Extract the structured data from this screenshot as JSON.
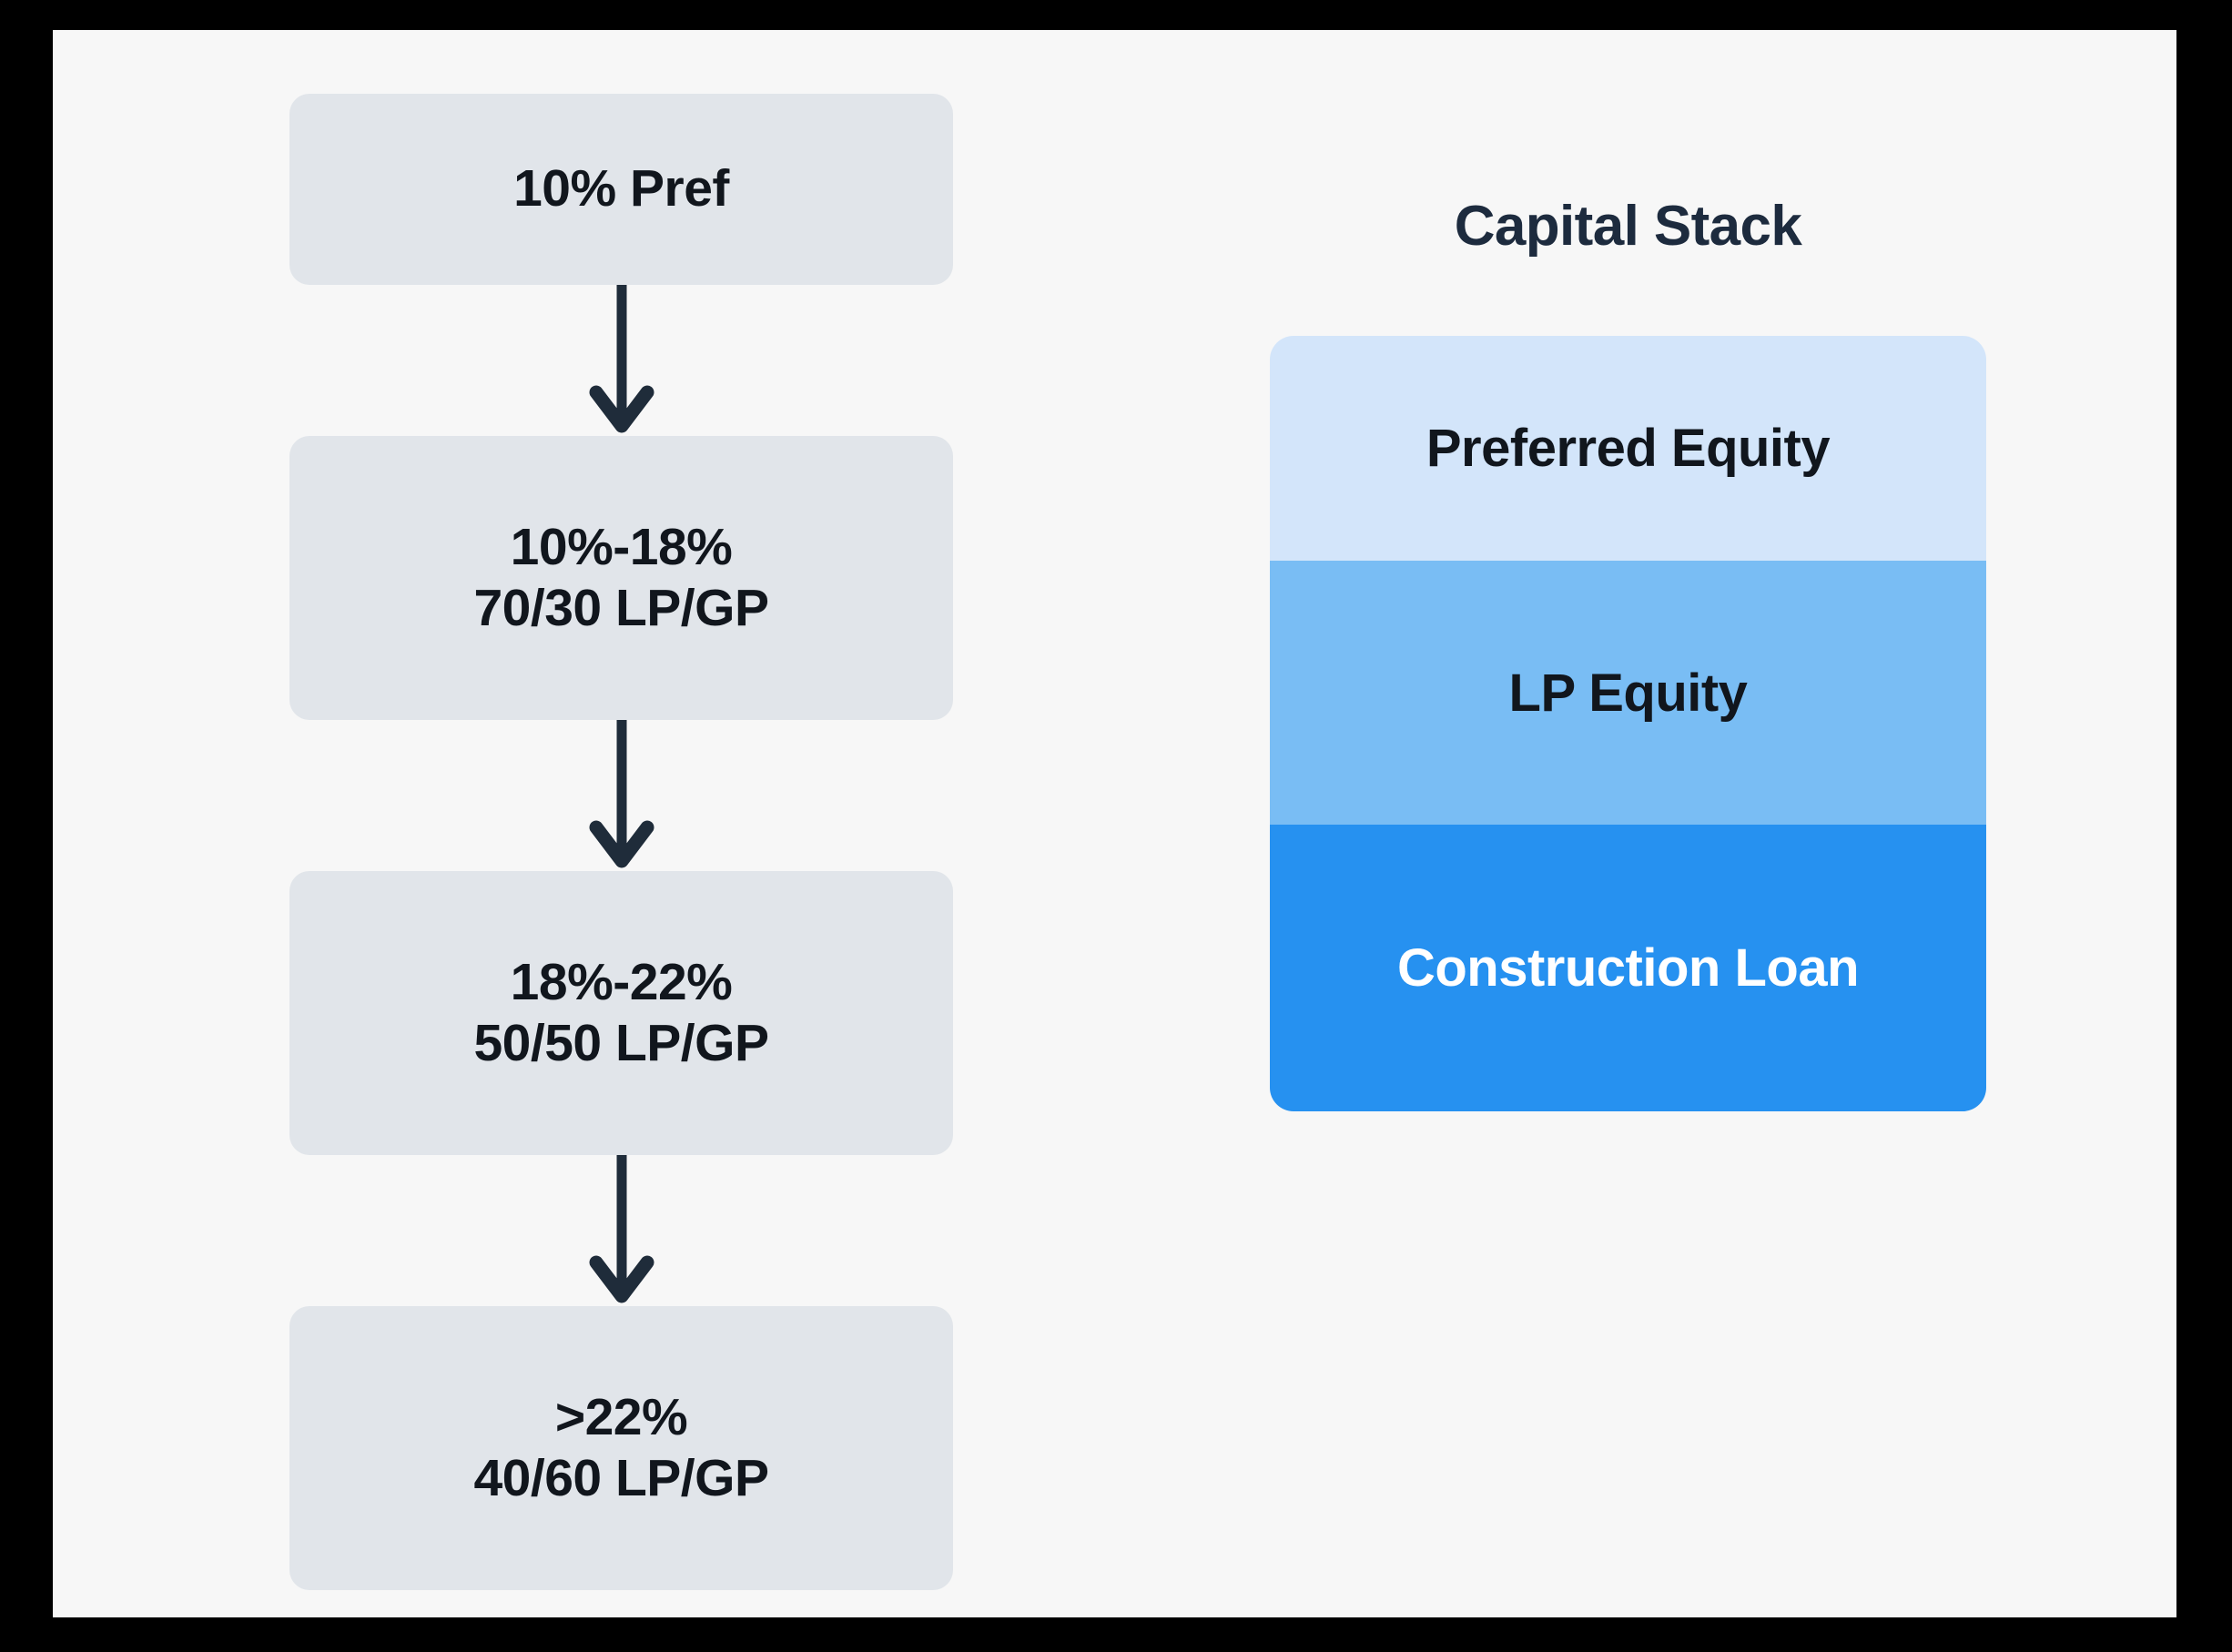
{
  "canvas": {
    "background": "#f7f7f7",
    "frame_color": "#000000"
  },
  "waterfall": {
    "box_fill": "#e1e5ea",
    "text_color": "#11161d",
    "arrow_color": "#1f2c3a",
    "tiers": [
      {
        "id": "pref",
        "line1": "10% Pref",
        "line2": ""
      },
      {
        "id": "tier-10-18",
        "line1": "10%-18%",
        "line2": "70/30 LP/GP"
      },
      {
        "id": "tier-18-22",
        "line1": "18%-22%",
        "line2": "50/50 LP/GP"
      },
      {
        "id": "tier-above-22",
        "line1": ">22%",
        "line2": "40/60 LP/GP"
      }
    ]
  },
  "capital_stack": {
    "title": "Capital Stack",
    "title_color": "#1d2b3e",
    "layers": [
      {
        "id": "preferred-equity",
        "label": "Preferred Equity",
        "fill": "#d3e5fa",
        "text_color": "#11161d"
      },
      {
        "id": "lp-equity",
        "label": "LP Equity",
        "fill": "#79bdf4",
        "text_color": "#11161d"
      },
      {
        "id": "construction-loan",
        "label": "Construction Loan",
        "fill": "#2691f0",
        "text_color": "#ffffff"
      }
    ]
  }
}
